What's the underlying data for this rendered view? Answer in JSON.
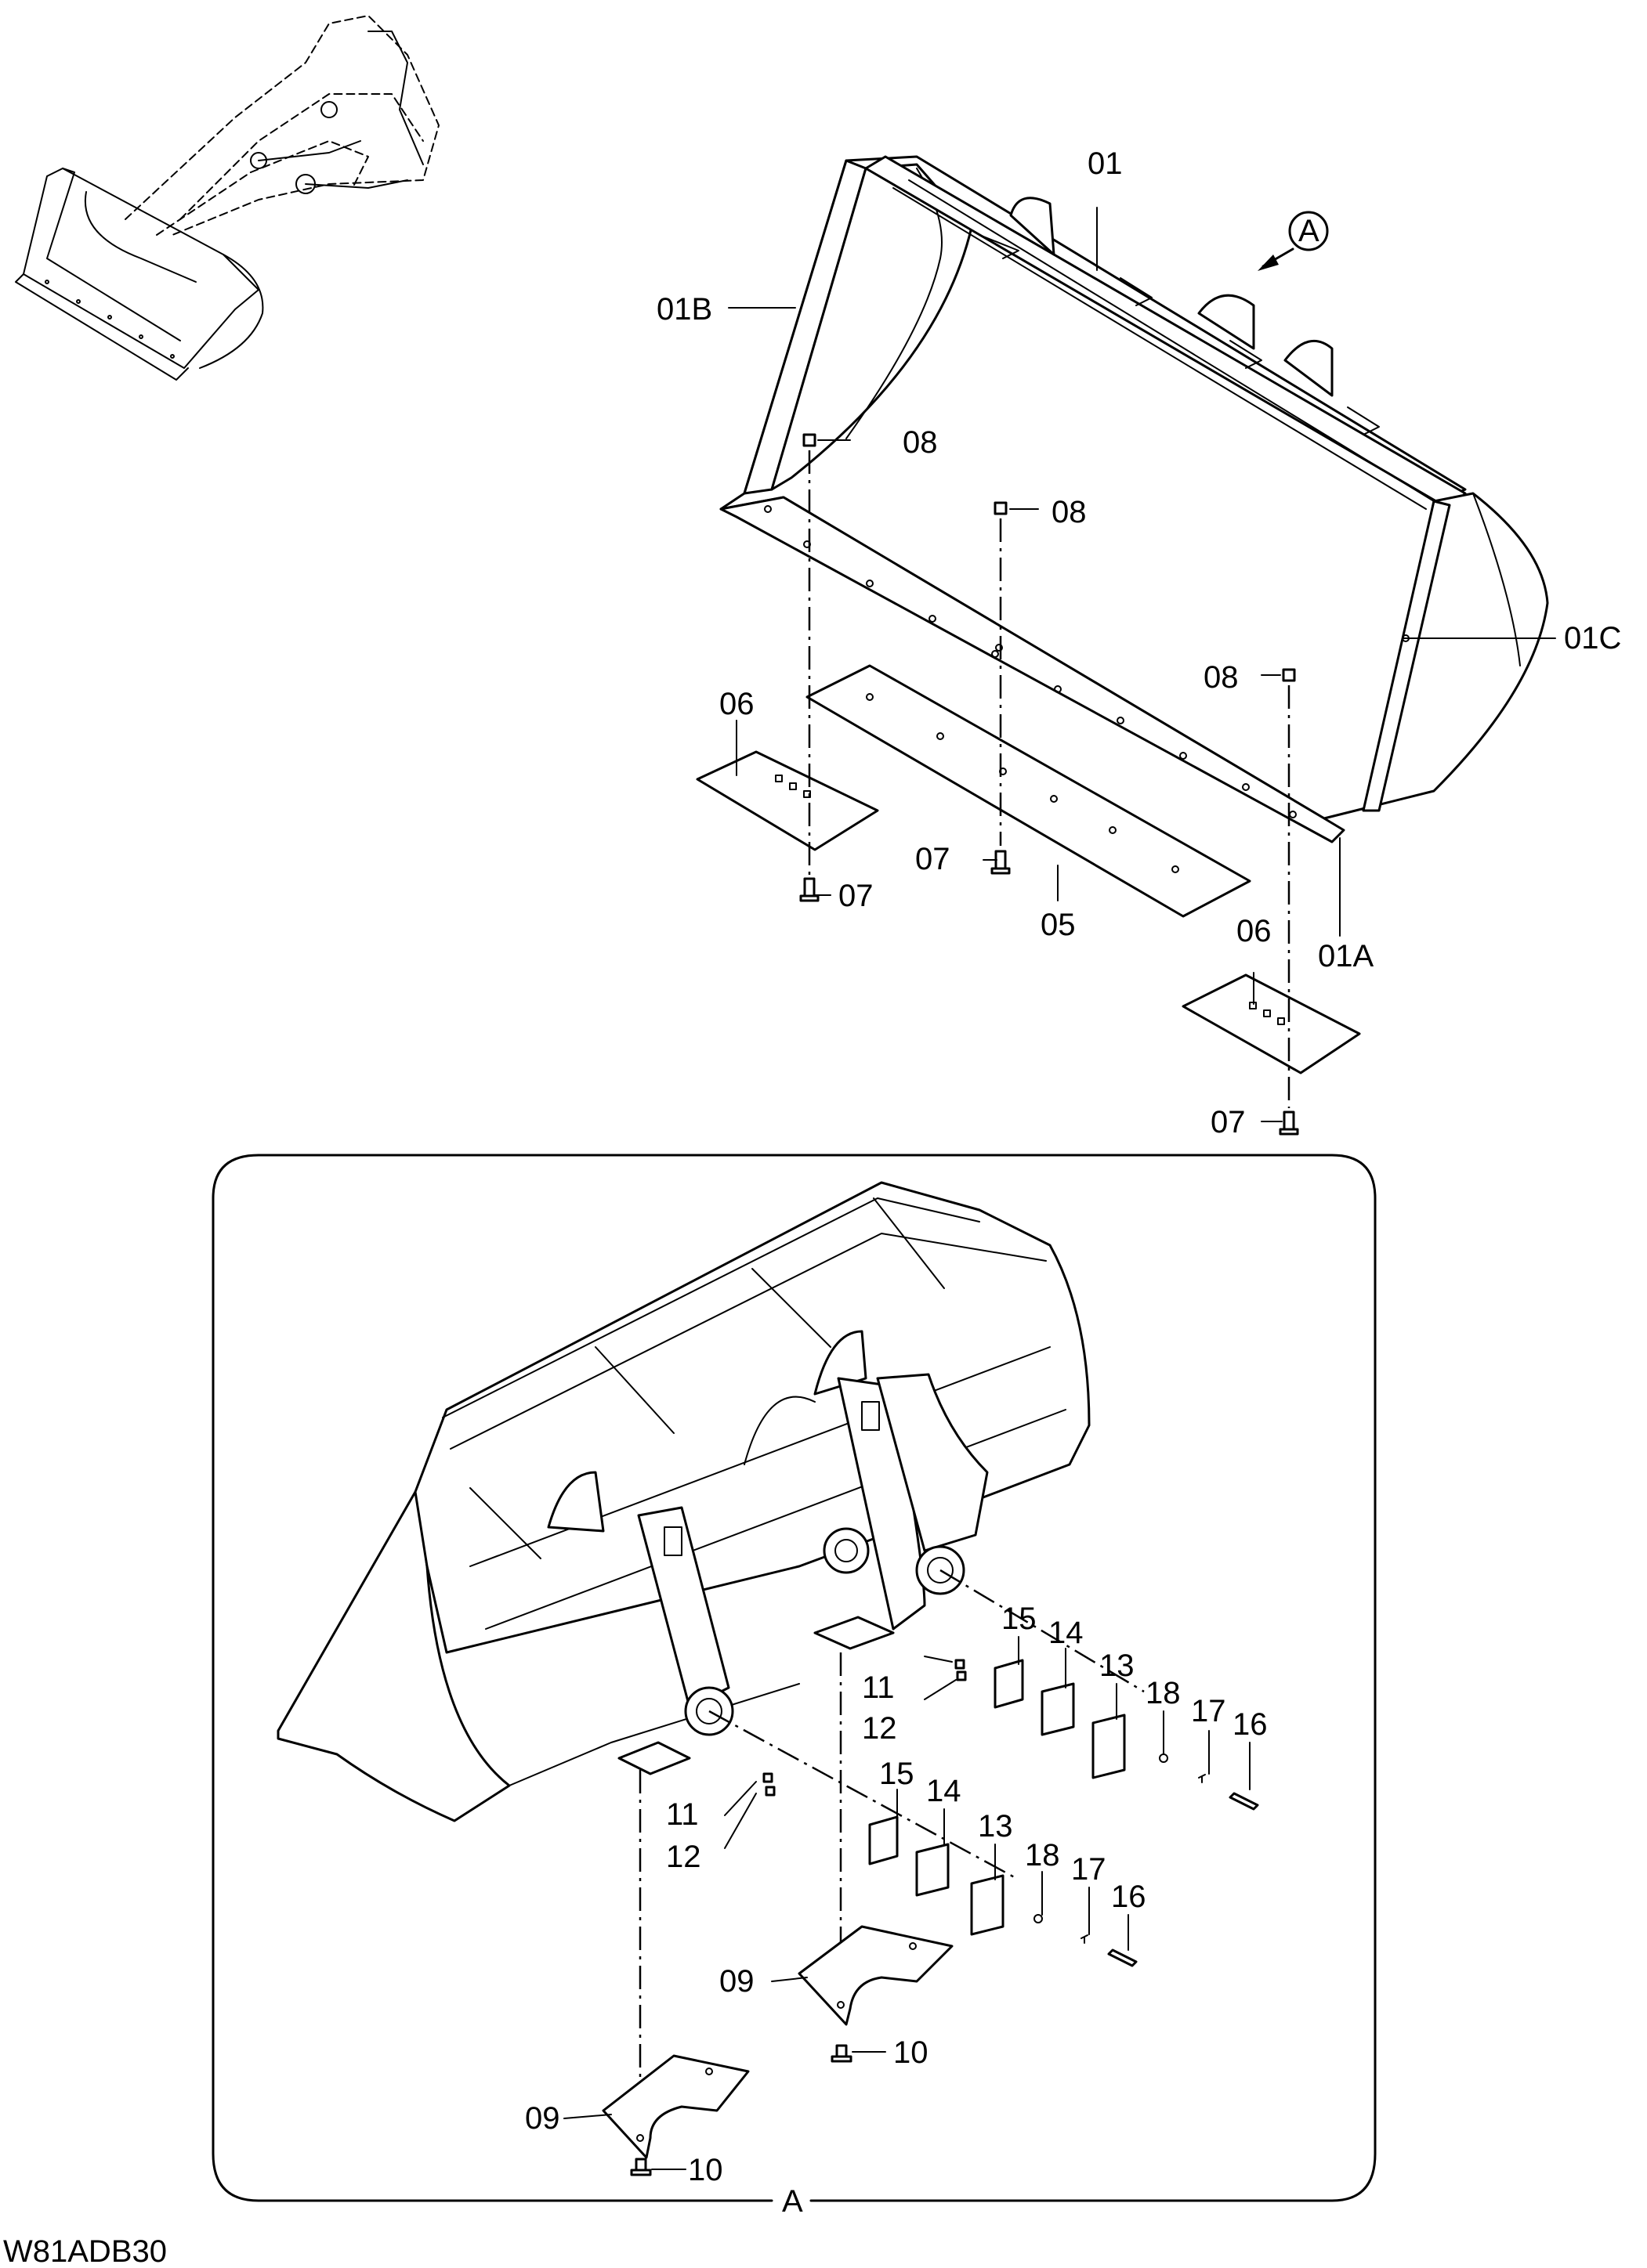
{
  "drawing_code": "W81ADB30",
  "view_marker": "A",
  "view_caption": "A",
  "callouts": {
    "c01": "01",
    "c01B": "01B",
    "c01C": "01C",
    "c01A": "01A",
    "c08a": "08",
    "c08b": "08",
    "c08c": "08",
    "c06a": "06",
    "c06b": "06",
    "c07a": "07",
    "c07b": "07",
    "c07c": "07",
    "c05": "05",
    "c15a": "15",
    "c14a": "14",
    "c13a": "13",
    "c18a": "18",
    "c17a": "17",
    "c16a": "16",
    "c11a": "11",
    "c12a": "12",
    "c15b": "15",
    "c14b": "14",
    "c13b": "13",
    "c18b": "18",
    "c17b": "17",
    "c16b": "16",
    "c11b": "11",
    "c12b": "12",
    "c09a": "09",
    "c10a": "10",
    "c09b": "09",
    "c10b": "10"
  }
}
